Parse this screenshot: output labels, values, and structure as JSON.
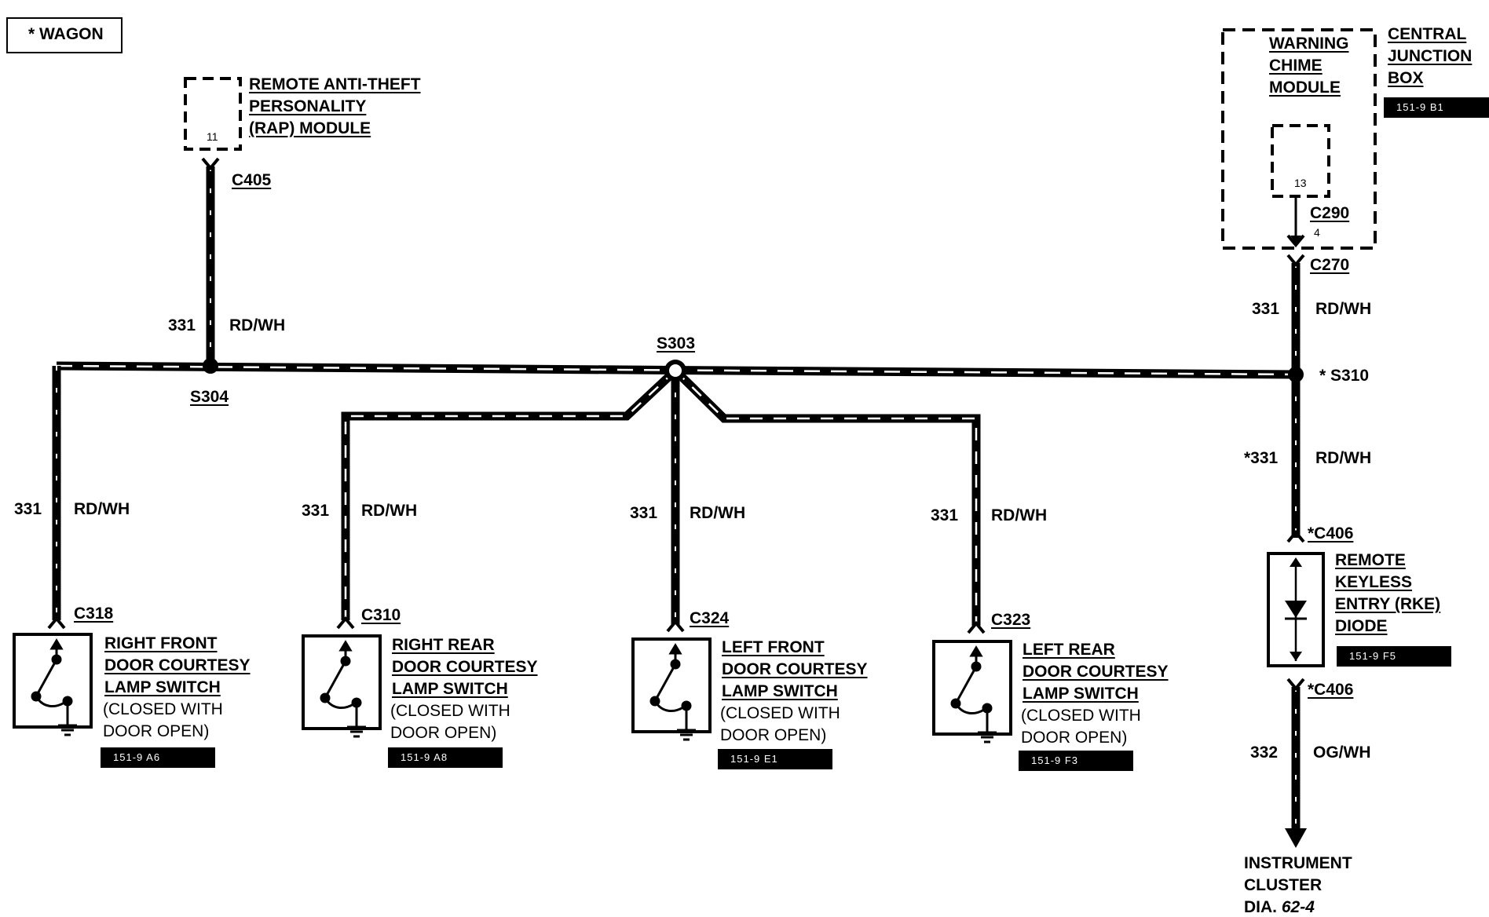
{
  "legend": {
    "text": "*  WAGON"
  },
  "components": {
    "rap_module": {
      "lines": [
        "REMOTE ANTI-THEFT",
        "PERSONALITY",
        "(RAP) MODULE"
      ],
      "pin": "11",
      "connector": "C405"
    },
    "central_junction_box": {
      "lines": [
        "CENTRAL",
        "JUNCTION",
        "BOX"
      ],
      "ref": "151-9 B1"
    },
    "warning_chime_module": {
      "lines": [
        "WARNING",
        "CHIME",
        "MODULE"
      ],
      "pin": "13",
      "connector": "C290",
      "connector_pin": "4"
    },
    "rke_diode": {
      "lines": [
        "REMOTE",
        "KEYLESS",
        "ENTRY (RKE)",
        "DIODE"
      ],
      "ref": "151-9 F5",
      "connector_in": "*C406",
      "connector_out": "*C406"
    },
    "instrument_cluster": {
      "lines": [
        "INSTRUMENT",
        "CLUSTER"
      ],
      "dia_label": "DIA.",
      "dia_value": "62-4"
    }
  },
  "splices": {
    "s303": "S303",
    "s304": "S304",
    "s310": "* S310"
  },
  "connectors": {
    "c270": "C270"
  },
  "wires": {
    "rap_feed": {
      "circuit": "331",
      "color": "RD/WH"
    },
    "cjb_feed": {
      "circuit": "331",
      "color": "RD/WH"
    },
    "rke_feed": {
      "circuit": "*331",
      "color": "RD/WH"
    },
    "cluster_feed": {
      "circuit": "332",
      "color": "OG/WH"
    }
  },
  "switches": [
    {
      "id": "rf",
      "connector": "C318",
      "circuit": "331",
      "color": "RD/WH",
      "title": [
        "RIGHT FRONT",
        "DOOR COURTESY",
        "LAMP SWITCH"
      ],
      "note": [
        "(CLOSED WITH",
        "DOOR OPEN)"
      ],
      "ref": "151-9 A6"
    },
    {
      "id": "rr",
      "connector": "C310",
      "circuit": "331",
      "color": "RD/WH",
      "title": [
        "RIGHT REAR",
        "DOOR COURTESY",
        "LAMP SWITCH"
      ],
      "note": [
        "(CLOSED WITH",
        "DOOR OPEN)"
      ],
      "ref": "151-9 A8"
    },
    {
      "id": "lf",
      "connector": "C324",
      "circuit": "331",
      "color": "RD/WH",
      "title": [
        "LEFT FRONT",
        "DOOR COURTESY",
        "LAMP SWITCH"
      ],
      "note": [
        "(CLOSED WITH",
        "DOOR OPEN)"
      ],
      "ref": "151-9 E1"
    },
    {
      "id": "lr",
      "connector": "C323",
      "circuit": "331",
      "color": "RD/WH",
      "title": [
        "LEFT REAR",
        "DOOR COURTESY",
        "LAMP SWITCH"
      ],
      "note": [
        "(CLOSED WITH",
        "DOOR OPEN)"
      ],
      "ref": "151-9 F3"
    }
  ]
}
